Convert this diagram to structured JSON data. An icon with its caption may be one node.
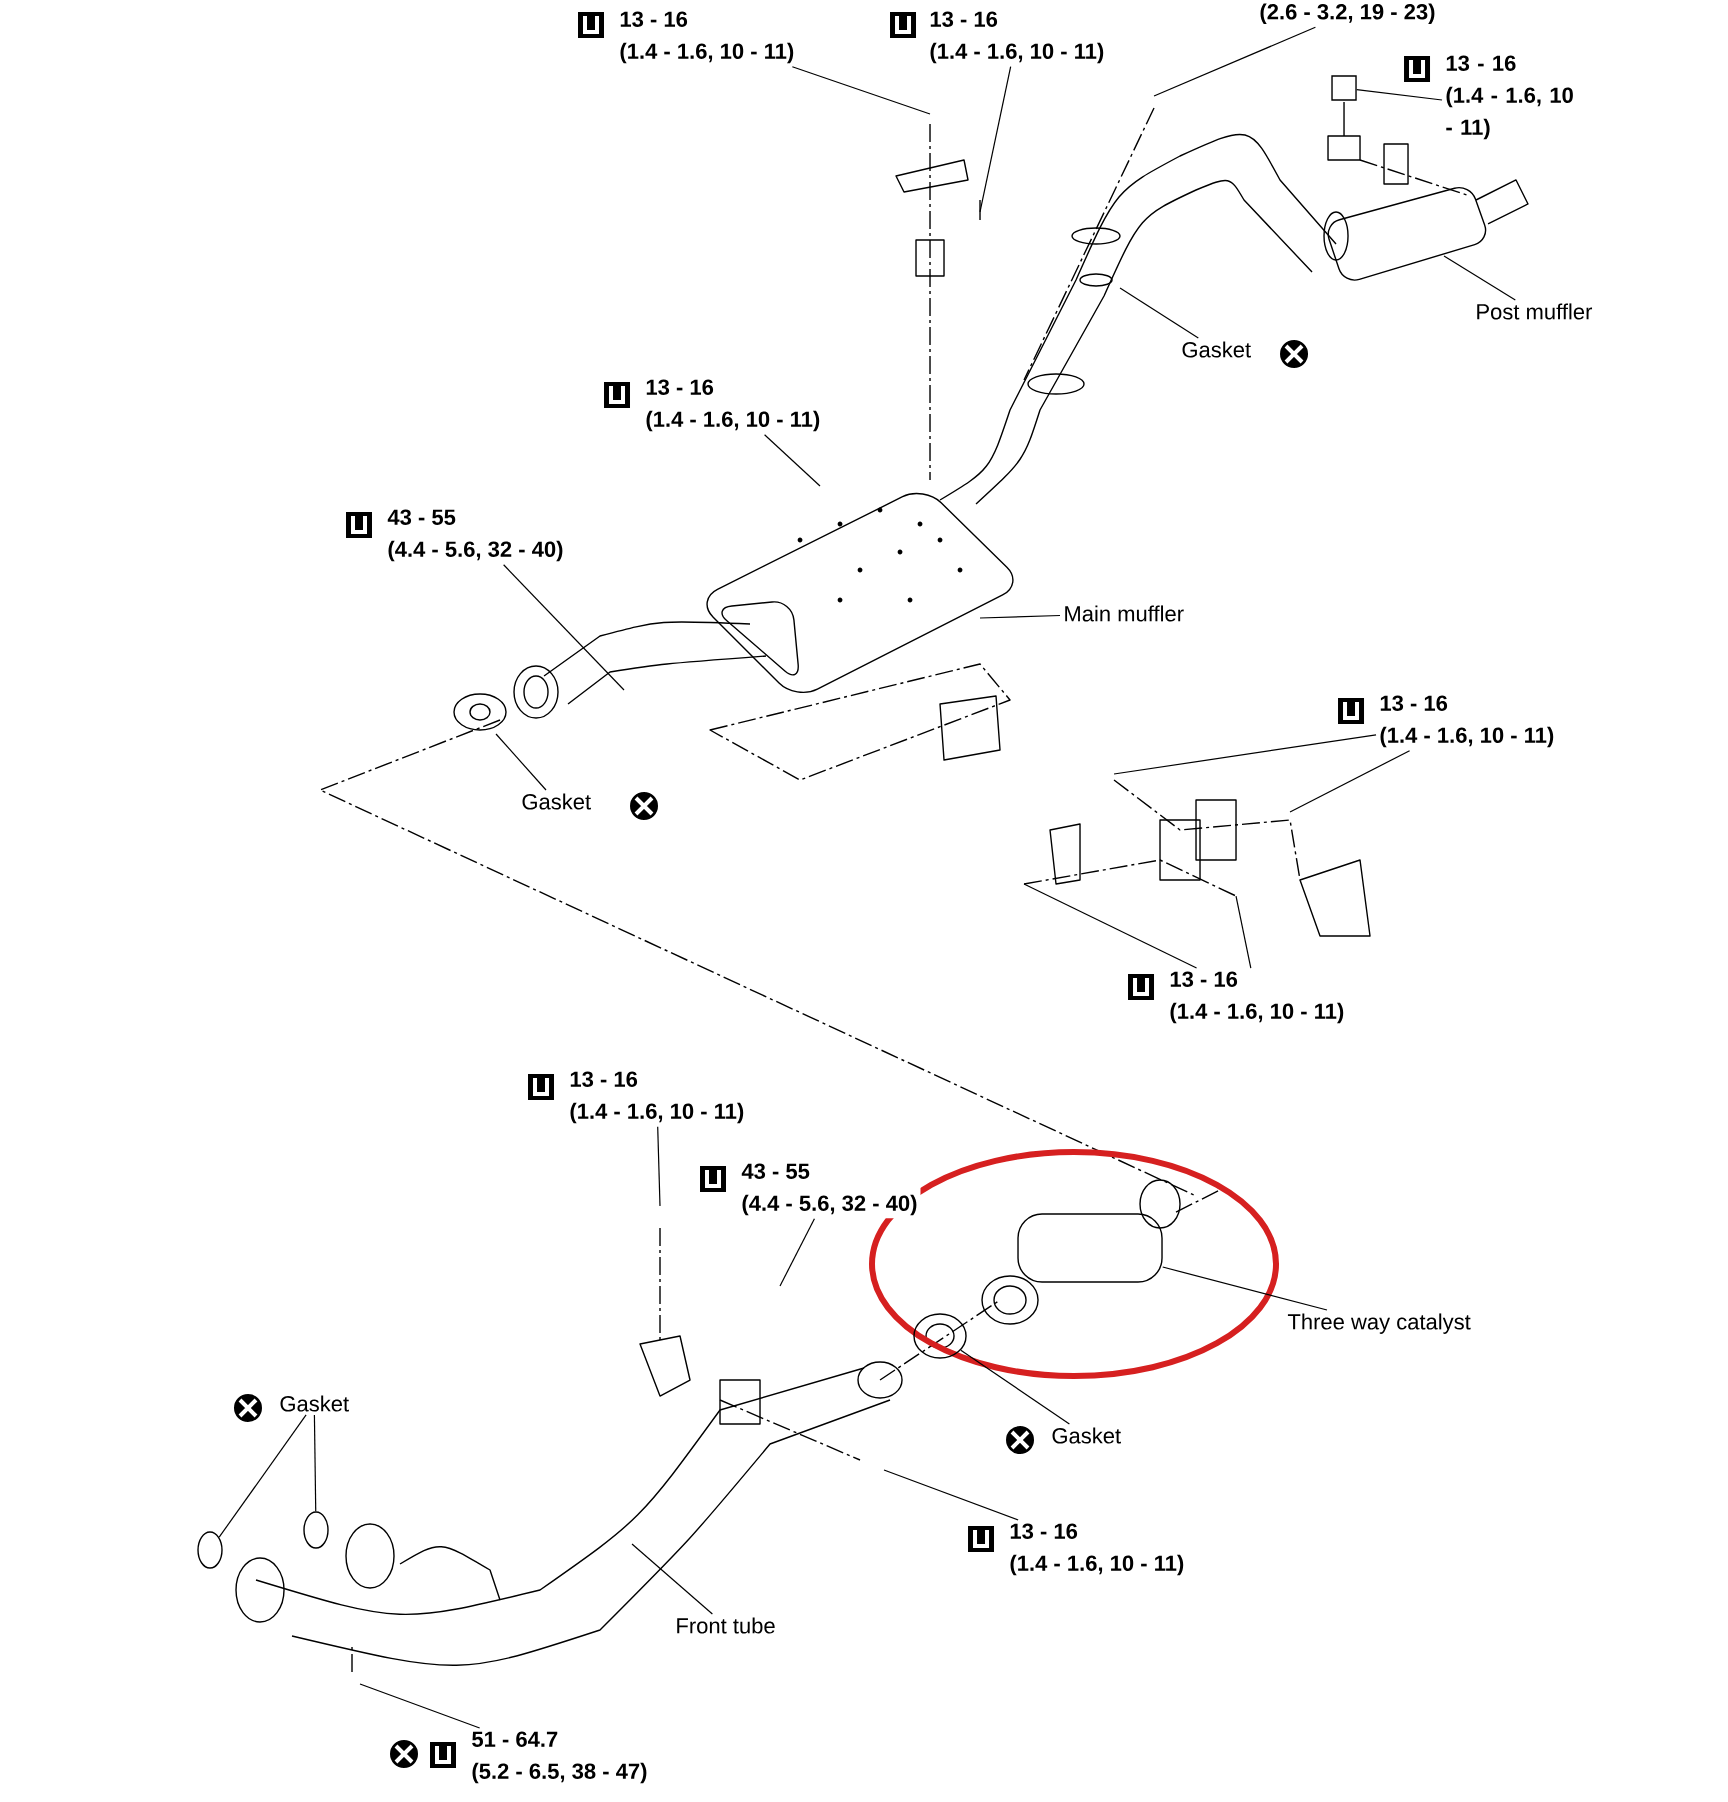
{
  "diagram": {
    "nodes": [
      {
        "text": [
          "13 - 16",
          "(1.4 - 1.6, 10 - 11)"
        ]
      },
      {
        "text": [
          "13 - 16",
          "(1.4 - 1.6, 10 - 11)"
        ]
      },
      {
        "text": [
          "(2.6 - 3.2, 19 - 23)"
        ]
      },
      {
        "text": [
          "13 - 16",
          "(1.4 - 1.6, 10 - 11)"
        ]
      },
      {
        "text": [
          "Post muffler"
        ]
      },
      {
        "text": [
          "Gasket"
        ]
      },
      {
        "text": [
          "13 - 16",
          "(1.4 - 1.6, 10 - 11)"
        ]
      },
      {
        "text": [
          "43 - 55",
          "(4.4 - 5.6, 32 - 40)"
        ]
      },
      {
        "text": [
          "Main muffler"
        ]
      },
      {
        "text": [
          "Gasket"
        ]
      },
      {
        "text": [
          "13 - 16",
          "(1.4 - 1.6, 10 - 11)"
        ]
      },
      {
        "text": [
          "13 - 16",
          "(1.4 - 1.6, 10 - 11)"
        ]
      },
      {
        "text": [
          "13 - 16",
          "(1.4 - 1.6, 10 - 11)"
        ]
      },
      {
        "text": [
          "43 - 55",
          "(4.4 - 5.6, 32 - 40)"
        ]
      },
      {
        "text": [
          "Three way catalyst"
        ]
      },
      {
        "text": [
          "Gasket"
        ]
      },
      {
        "text": [
          "Gasket"
        ]
      },
      {
        "text": [
          "13 - 16",
          "(1.4 - 1.6, 10 - 11)"
        ]
      },
      {
        "text": [
          "Front tube"
        ]
      },
      {
        "text": [
          "51 - 64.7",
          "(5.2 - 6.5, 38 - 47)"
        ]
      },
      {
        "text": [],
        "shape": "bar"
      },
      {
        "text": [],
        "shape": "cylinder"
      },
      {
        "text": [],
        "shape": "circle"
      },
      {
        "text": [],
        "shape": "circle"
      },
      {
        "text": [],
        "shape": "circle"
      }
    ],
    "edges": [
      {
        "from": 0,
        "to": null,
        "arrow": "none"
      },
      {
        "from": 1,
        "to": null,
        "arrow": "none"
      },
      {
        "from": 2,
        "to": null,
        "arrow": "none"
      },
      {
        "from": 3,
        "to": 20,
        "arrow": "none"
      },
      {
        "from": 4,
        "to": null,
        "arrow": "none"
      },
      {
        "from": 5,
        "to": null,
        "arrow": "none"
      },
      {
        "from": 6,
        "to": null,
        "arrow": "none"
      },
      {
        "from": 7,
        "to": null,
        "arrow": "none"
      },
      {
        "from": 8,
        "to": null,
        "arrow": "none"
      },
      {
        "from": 9,
        "to": null,
        "arrow": "none"
      },
      {
        "from": 10,
        "to": null,
        "arrow": "none"
      },
      {
        "from": 10,
        "to": null,
        "arrow": "none"
      },
      {
        "from": 11,
        "to": null,
        "arrow": "none"
      },
      {
        "from": 11,
        "to": null,
        "arrow": "none"
      },
      {
        "from": 12,
        "to": null,
        "arrow": "none"
      },
      {
        "from": 13,
        "to": null,
        "arrow": "none"
      },
      {
        "from": 14,
        "to": 21,
        "arrow": "none"
      },
      {
        "from": 15,
        "to": 23,
        "arrow": "none"
      },
      {
        "from": 15,
        "to": 24,
        "arrow": "none"
      },
      {
        "from": 16,
        "to": 22,
        "arrow": "none"
      },
      {
        "from": 17,
        "to": null,
        "arrow": "none"
      },
      {
        "from": 18,
        "to": null,
        "arrow": "none"
      },
      {
        "from": 19,
        "to": null,
        "arrow": "none"
      }
    ]
  }
}
